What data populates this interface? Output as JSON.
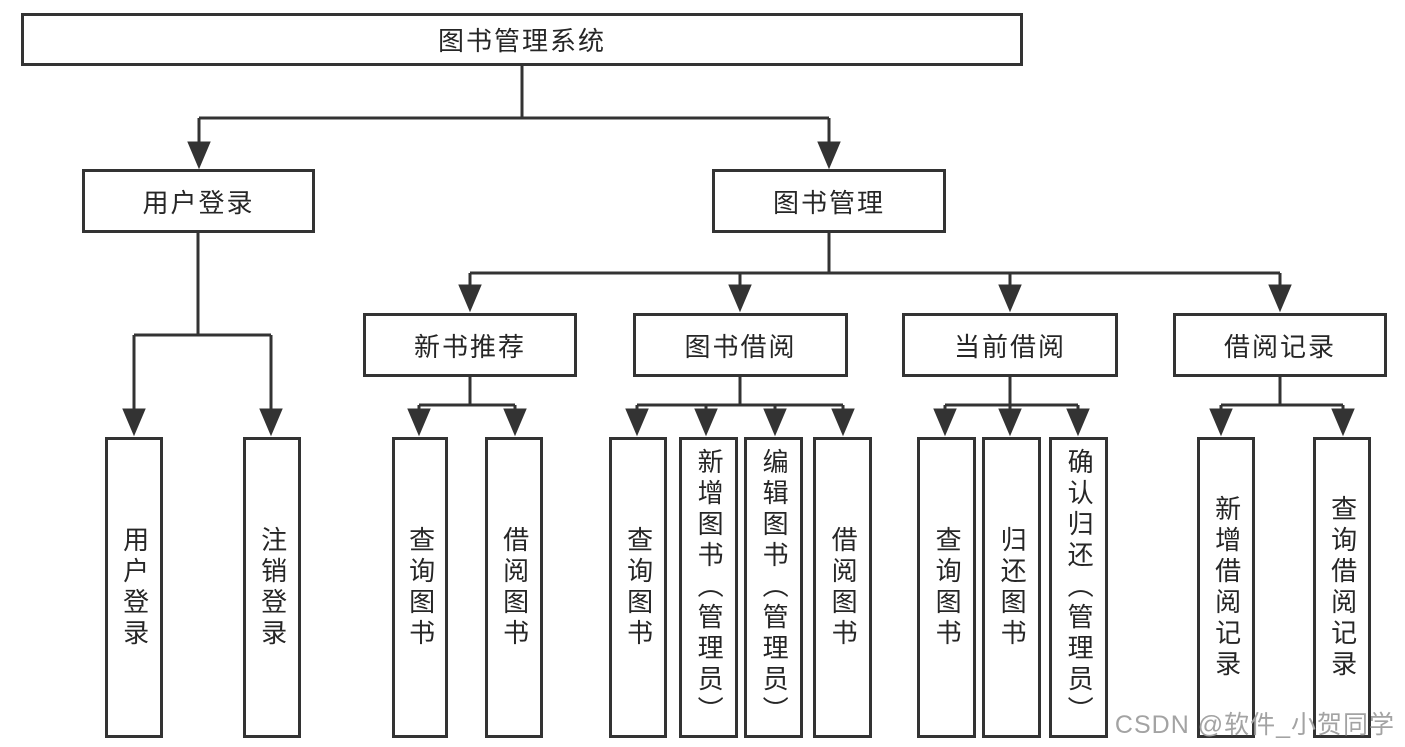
{
  "diagram": {
    "title": "图书管理系统",
    "branches": [
      {
        "label": "用户登录",
        "leaves": [
          "用户登录",
          "注销登录"
        ]
      },
      {
        "label": "图书管理",
        "children": [
          {
            "label": "新书推荐",
            "leaves": [
              "查询图书",
              "借阅图书"
            ]
          },
          {
            "label": "图书借阅",
            "leaves": [
              "查询图书",
              "新增图书（管理员）",
              "编辑图书（管理员）",
              "借阅图书"
            ]
          },
          {
            "label": "当前借阅",
            "leaves": [
              "查询图书",
              "归还图书",
              "确认归还（管理员）"
            ]
          },
          {
            "label": "借阅记录",
            "leaves": [
              "新增借阅记录",
              "查询借阅记录"
            ]
          }
        ]
      }
    ]
  },
  "watermark": {
    "text": "CSDN @软件_小贺同学"
  },
  "colors": {
    "line": "#333333",
    "box_border": "#333333",
    "box_background": "#ffffff",
    "text": "#262626",
    "watermark": "#a3a3a3",
    "page_background": "#ffffff"
  }
}
